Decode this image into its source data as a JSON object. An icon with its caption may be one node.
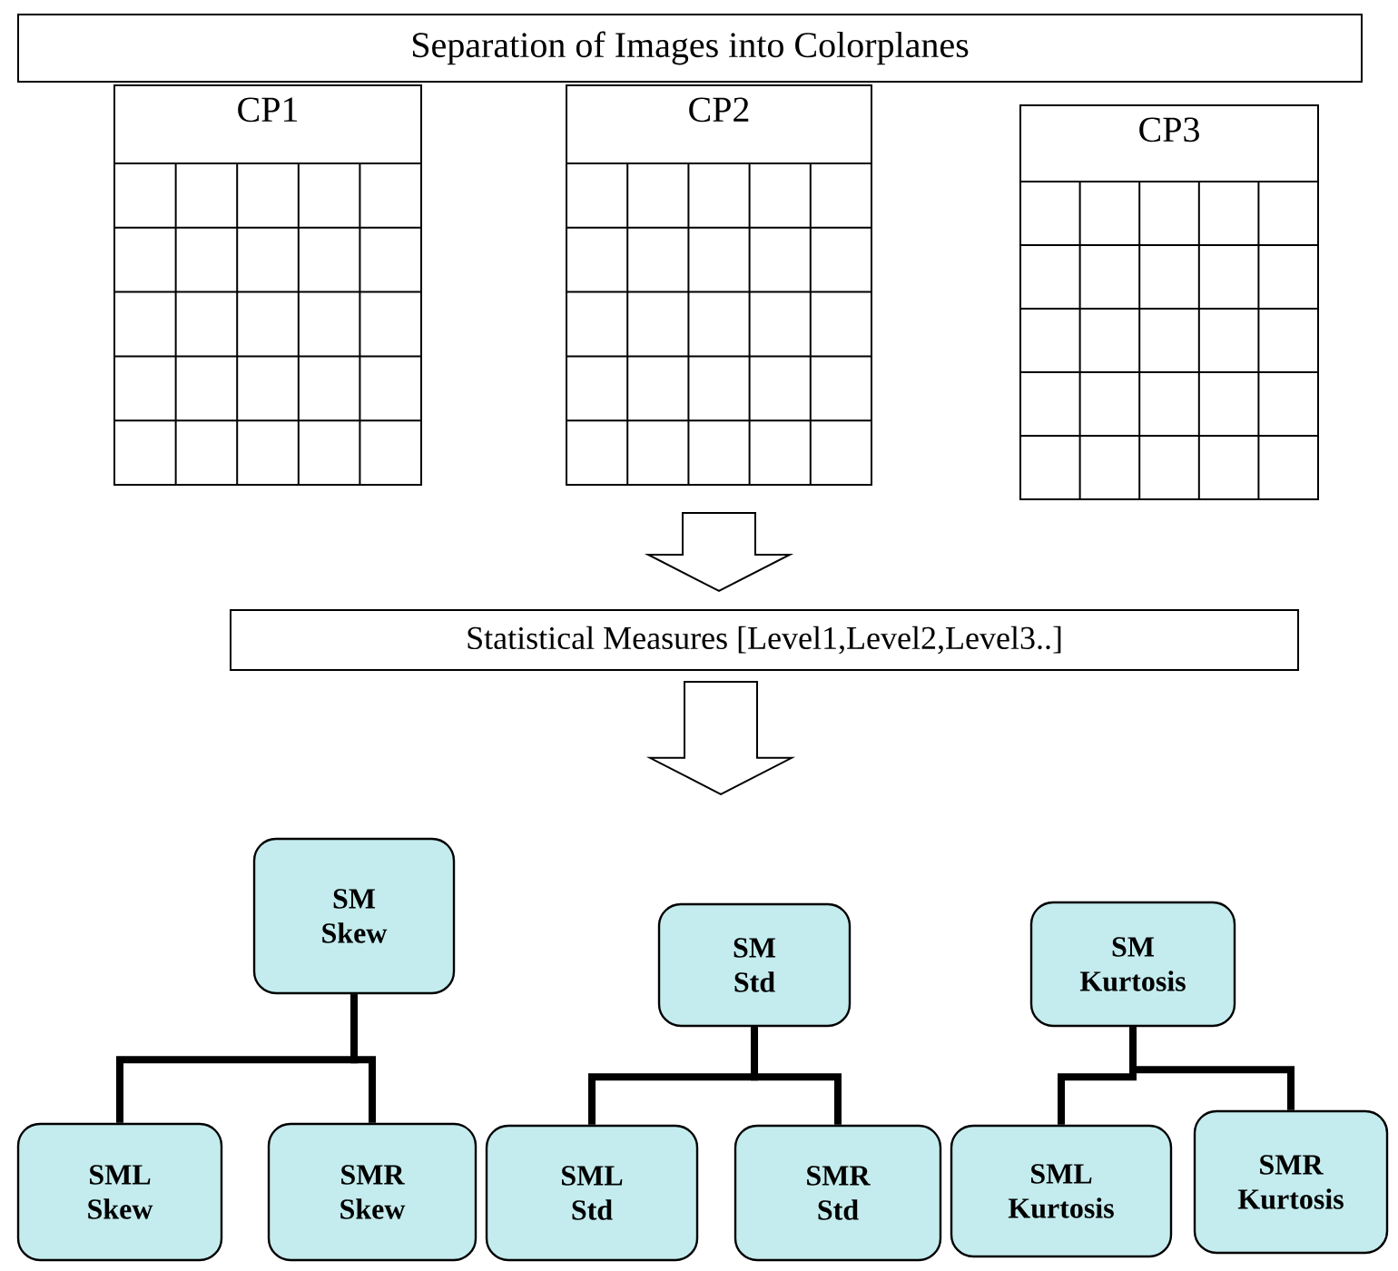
{
  "diagram": {
    "nodes": [
      {
        "text": [
          "Separation of Images into Colorplanes"
        ]
      },
      {
        "text": [
          "CP1"
        ]
      },
      {
        "text": [
          "CP2"
        ]
      },
      {
        "text": [
          "CP3"
        ]
      },
      {
        "text": [
          "Statistical Measures [Level1,Level2,Level3..]"
        ]
      },
      {
        "text": [
          "SM Skew"
        ]
      },
      {
        "text": [
          "SML Skew"
        ]
      },
      {
        "text": [
          "SMR Skew"
        ]
      },
      {
        "text": [
          "SM Std"
        ]
      },
      {
        "text": [
          "SML Std"
        ]
      },
      {
        "text": [
          "SMR Std"
        ]
      },
      {
        "text": [
          "SM Kurtosis"
        ]
      },
      {
        "text": [
          "SML Kurtosis"
        ]
      },
      {
        "text": [
          "SMR Kurtosis"
        ]
      }
    ],
    "edges": [
      {
        "from": 2,
        "to": 4,
        "arrow": "to"
      },
      {
        "from": 4,
        "to": 8,
        "arrow": "to"
      },
      {
        "from": 5,
        "to": 6,
        "arrow": "none"
      },
      {
        "from": 5,
        "to": 7,
        "arrow": "none"
      },
      {
        "from": 8,
        "to": 9,
        "arrow": "none"
      },
      {
        "from": 8,
        "to": 10,
        "arrow": "none"
      },
      {
        "from": 11,
        "to": 12,
        "arrow": "none"
      },
      {
        "from": 11,
        "to": 13,
        "arrow": "none"
      }
    ]
  }
}
